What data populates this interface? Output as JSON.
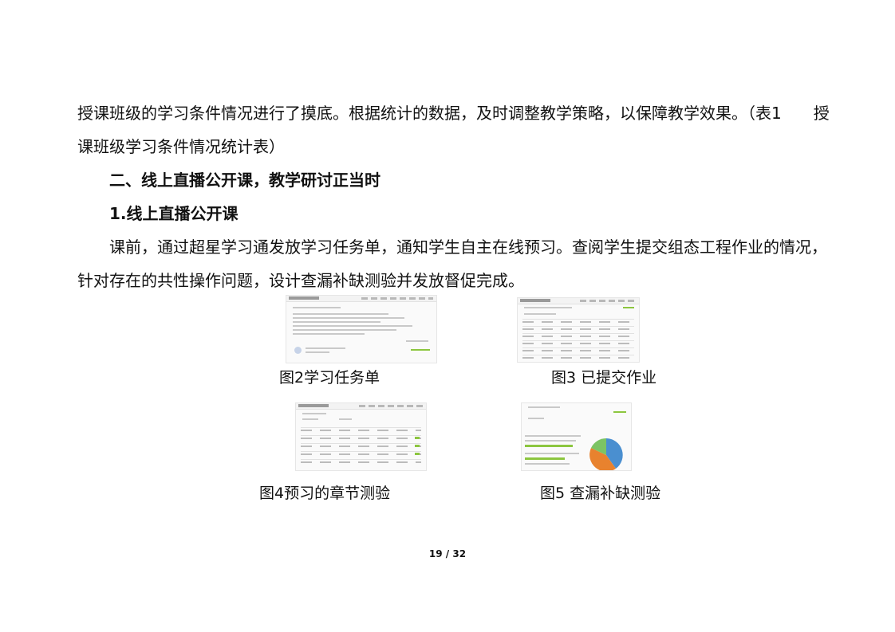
{
  "paragraphs": {
    "p1_line1": "授课班级的学习条件情况进行了摸底。根据统计的数据，及时调整教学策略，以保障教学效果。（表1　　授",
    "p1_line2": "课班级学习条件情况统计表）",
    "h2": "二、线上直播公开课，教学研讨正当时",
    "h3": "1.线上直播公开课",
    "p2_line1": "课前，通过超星学习通发放学习任务单，通知学生自主在线预习。查阅学生提交组态工程作业的情况，",
    "p2_line2": "针对存在的共性操作问题，设计查漏补缺测验并发放督促完成。"
  },
  "figures": [
    {
      "caption": "图2学习任务单"
    },
    {
      "caption": "图3  已提交作业"
    },
    {
      "caption": "图4预习的章节测验"
    },
    {
      "caption": "图5  查漏补缺测验"
    }
  ],
  "colors": {
    "accent_green": "#8cc63f",
    "pie_blue": "#4a8fd0",
    "pie_orange": "#e8822e",
    "pie_green": "#7cc464"
  },
  "page_number": "19 / 32"
}
